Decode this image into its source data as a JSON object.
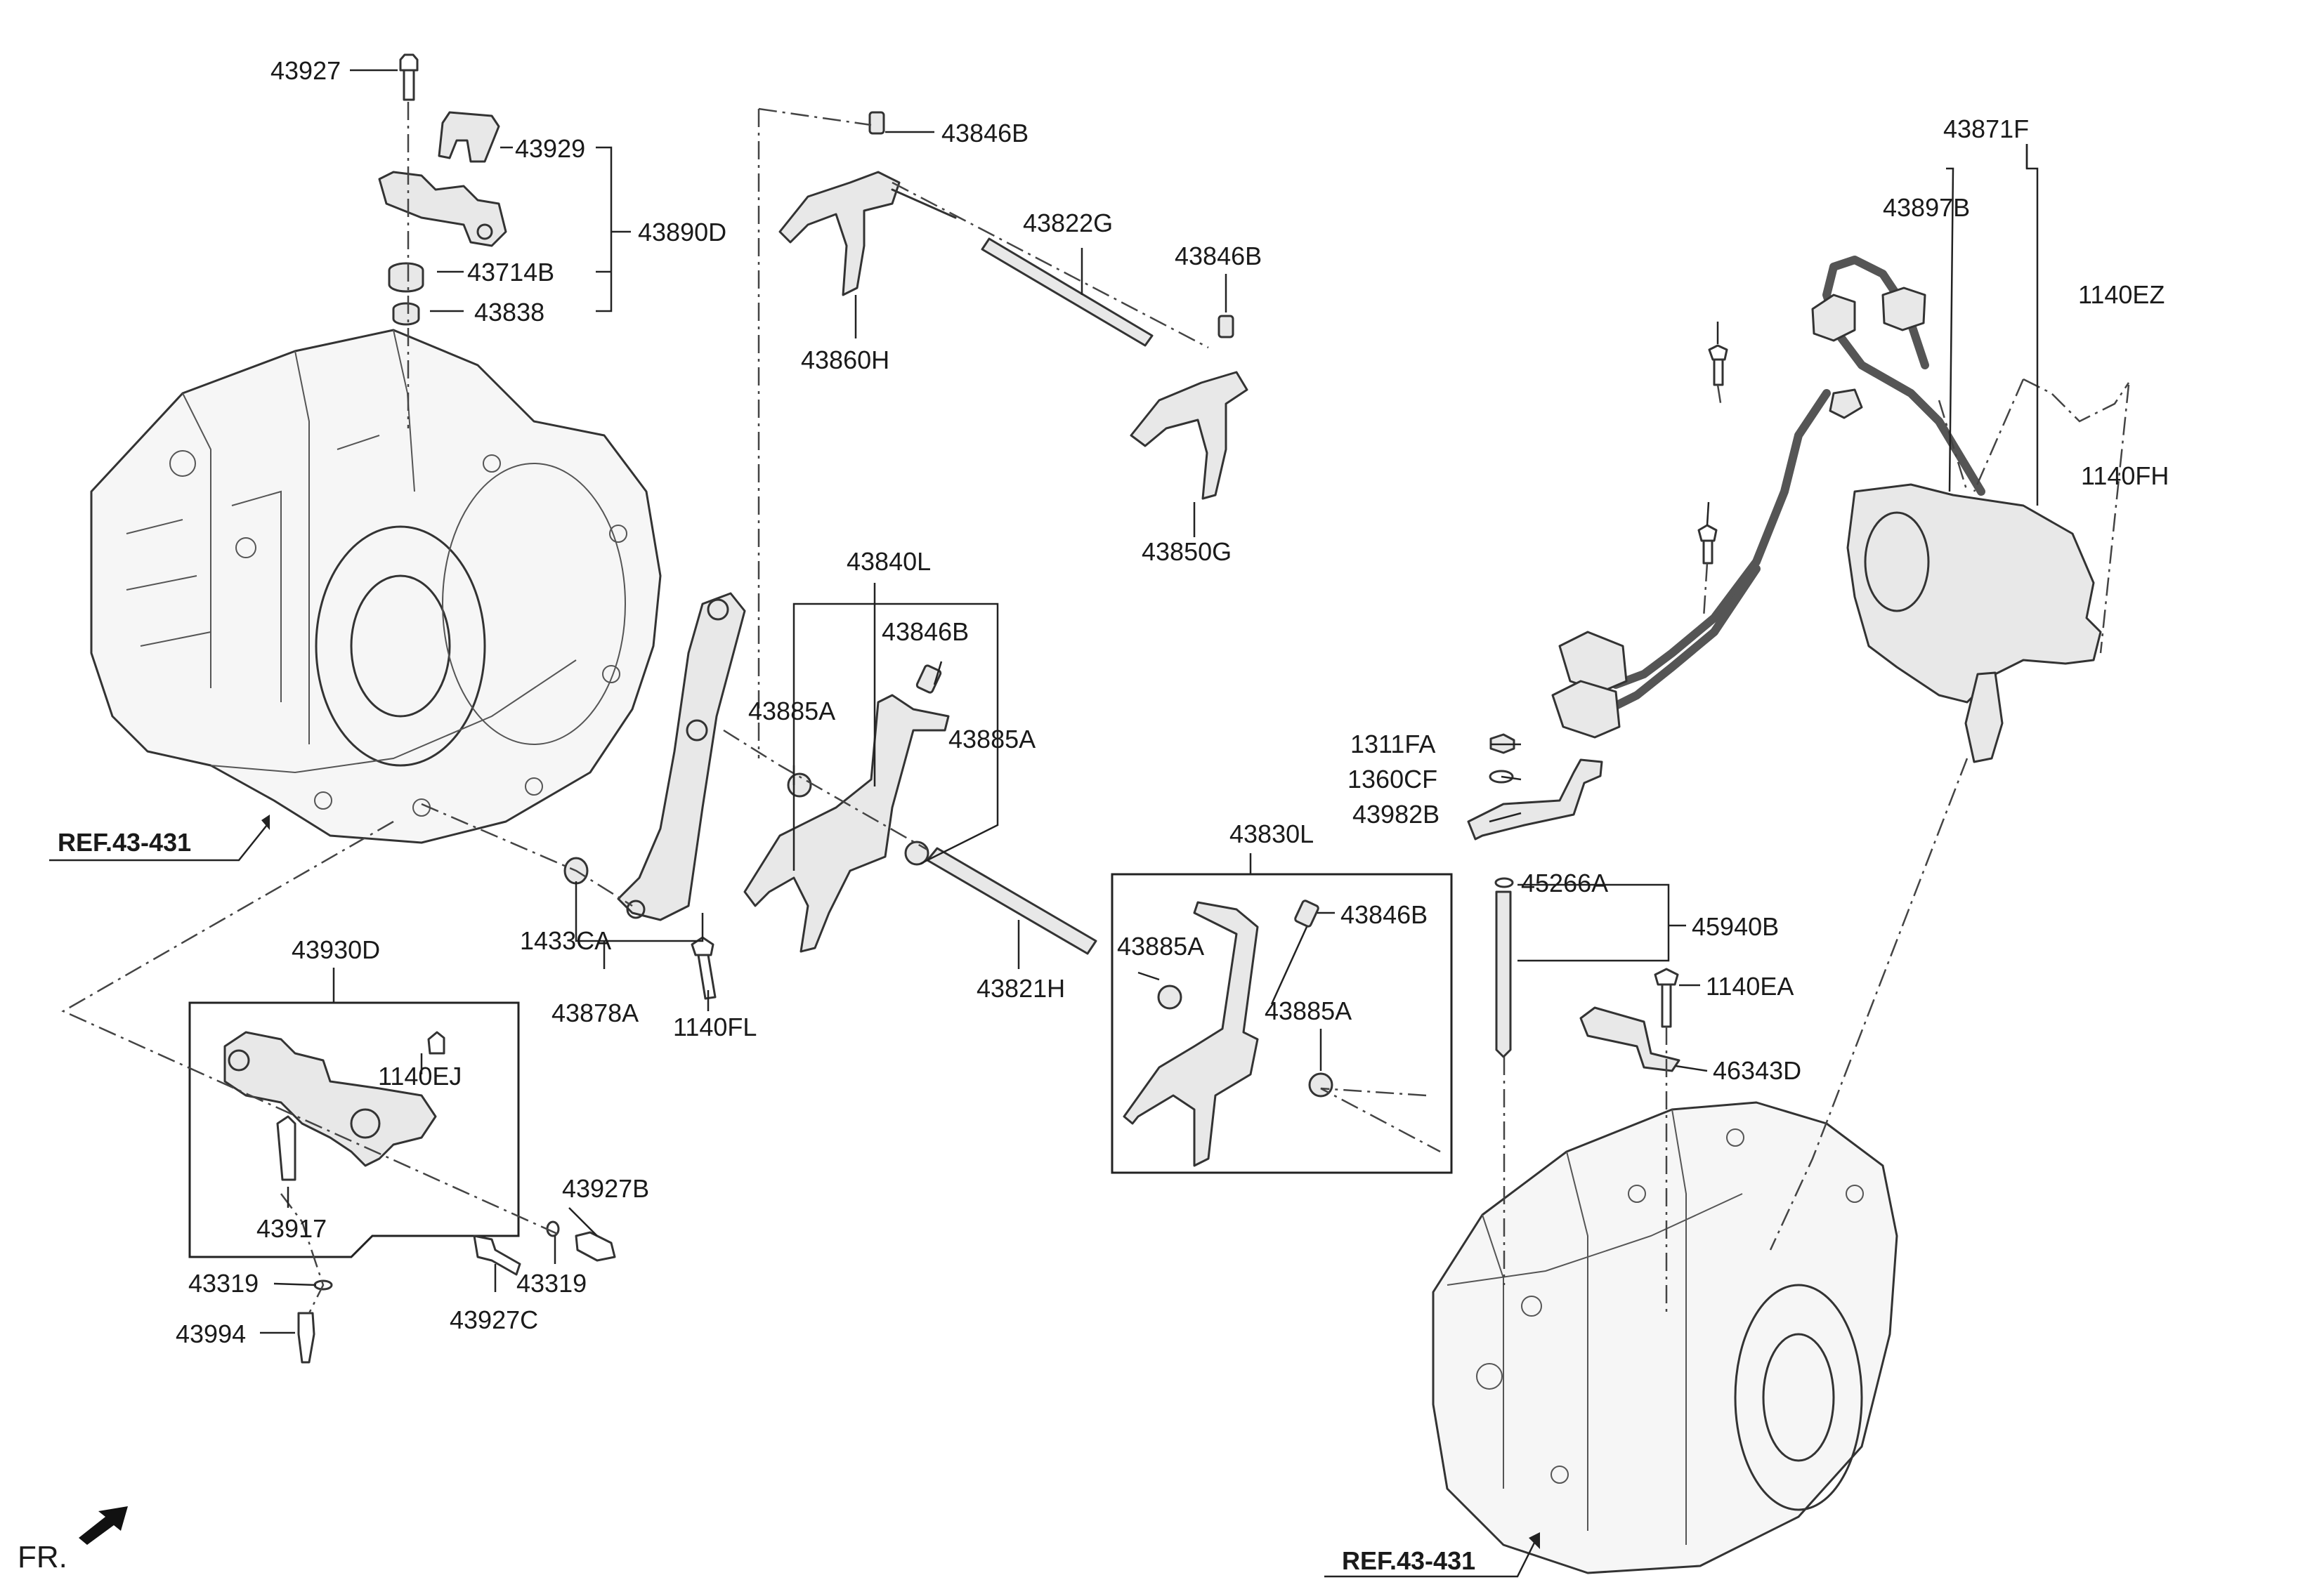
{
  "labels": {
    "p43927": "43927",
    "p43929": "43929",
    "p43890D": "43890D",
    "p43714B": "43714B",
    "p43838": "43838",
    "p43846B_top": "43846B",
    "p43822G": "43822G",
    "p43846B_mid": "43846B",
    "p43860H": "43860H",
    "p43850G": "43850G",
    "p43871F": "43871F",
    "p43897B": "43897B",
    "p1140EZ": "1140EZ",
    "p1140FH": "1140FH",
    "p43840L": "43840L",
    "p43846B_fork": "43846B",
    "p43885A_l": "43885A",
    "p43885A_r": "43885A",
    "p1311FA": "1311FA",
    "p1360CF": "1360CF",
    "p43982B": "43982B",
    "ref_left": "REF.43-431",
    "p43830L": "43830L",
    "p43846B_box": "43846B",
    "p43885A_box1": "43885A",
    "p43885A_box2": "43885A",
    "p45266A": "45266A",
    "p45940B": "45940B",
    "p1140EA": "1140EA",
    "p46343D": "46343D",
    "p43930D": "43930D",
    "p1433CA": "1433CA",
    "p43878A": "43878A",
    "p1140FL": "1140FL",
    "p43821H": "43821H",
    "p1140EJ": "1140EJ",
    "p43917": "43917",
    "p43927B": "43927B",
    "p43319_l": "43319",
    "p43319_r": "43319",
    "p43927C": "43927C",
    "p43994": "43994",
    "ref_right": "REF.43-431",
    "fr": "FR."
  }
}
